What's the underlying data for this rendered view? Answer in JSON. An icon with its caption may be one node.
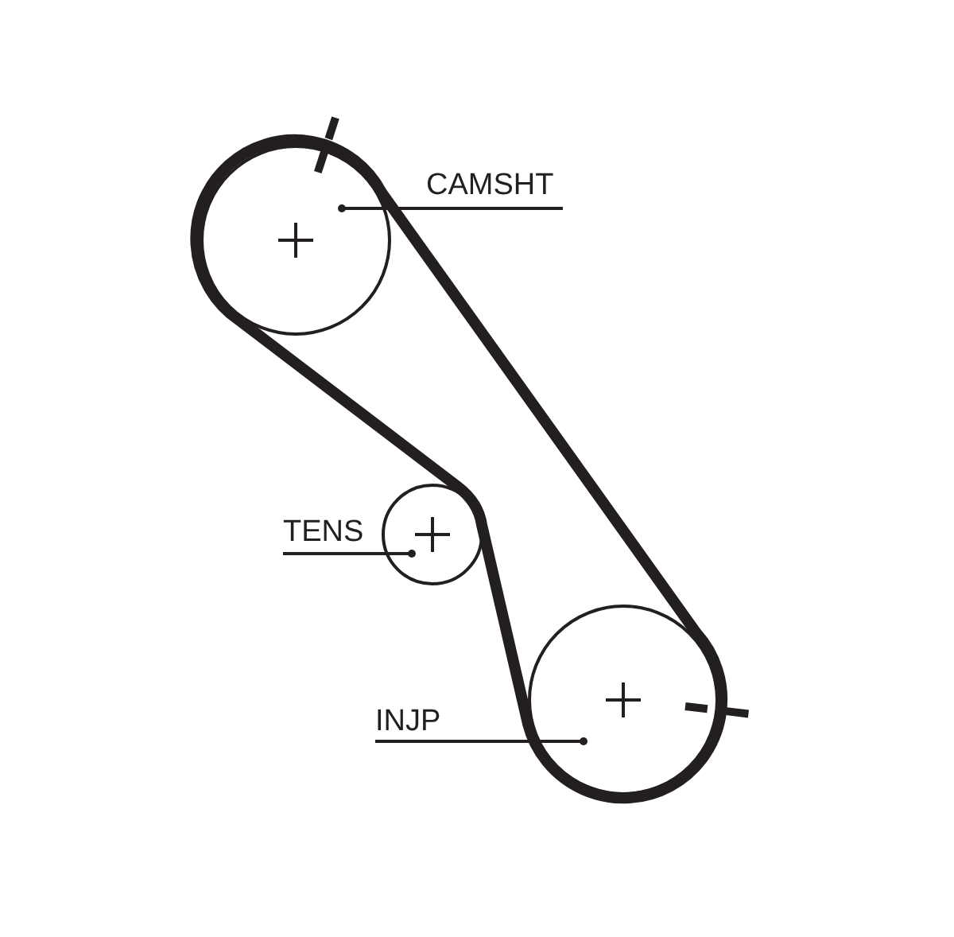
{
  "diagram": {
    "nodes": [
      {
        "text": [],
        "shape": "circle"
      },
      {
        "text": [
          "CAMSHT"
        ]
      },
      {
        "text": [],
        "shape": "circle"
      },
      {
        "text": [
          "TENS"
        ]
      },
      {
        "text": [],
        "shape": "circle"
      },
      {
        "text": [
          "INJP"
        ]
      }
    ],
    "edges": [
      {
        "from": 1,
        "to": 0,
        "arrow": "other"
      },
      {
        "from": 3,
        "to": 2,
        "arrow": "other"
      },
      {
        "from": 5,
        "to": 4,
        "arrow": "other"
      }
    ]
  }
}
